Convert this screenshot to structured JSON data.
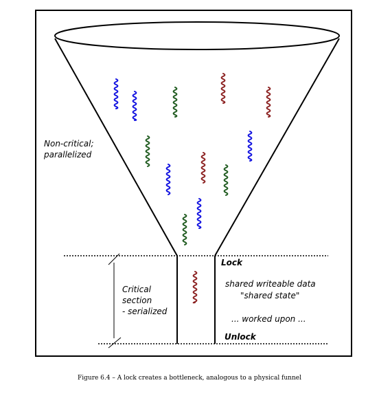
{
  "labels": {
    "noncritical_line1": "Non-critical;",
    "noncritical_line2": "parallelized",
    "critical_line1": "Critical",
    "critical_line2": "section",
    "critical_line3": "- serialized",
    "lock": "Lock",
    "unlock": "Unlock",
    "shared_line1": "shared writeable data",
    "shared_line2": "\"shared state\"",
    "worked_upon": "... worked upon ..."
  },
  "caption": "Figure 6.4 – A lock creates a bottleneck, analogous to a physical funnel",
  "colors": {
    "blue": "#1010e0",
    "green": "#1e5a1e",
    "red": "#8b2020"
  }
}
